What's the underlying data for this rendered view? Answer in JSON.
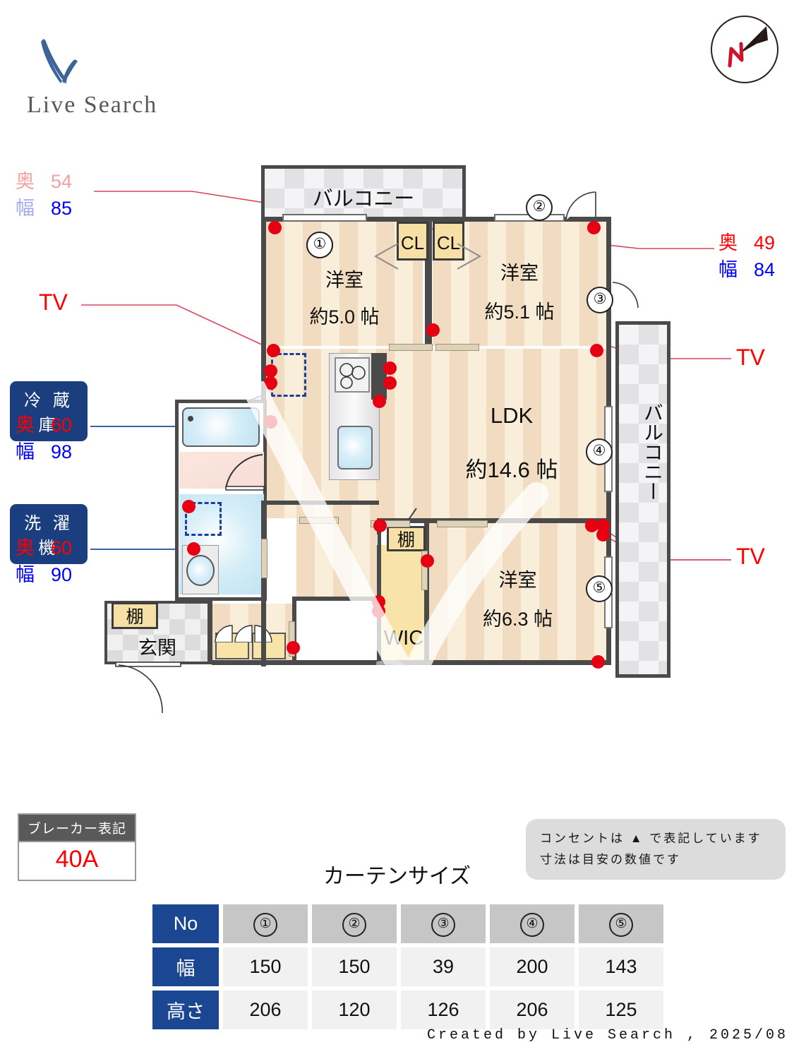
{
  "brand": {
    "name": "Live Search"
  },
  "compass": {
    "label": "N",
    "name": "north-arrow"
  },
  "annotations": {
    "top_left": {
      "depth_label": "奥",
      "depth_value": "54",
      "width_label": "幅",
      "width_value": "85"
    },
    "top_right": {
      "depth_label": "奥",
      "depth_value": "49",
      "width_label": "幅",
      "width_value": "84"
    },
    "tv_left": "TV",
    "tv_right_upper": "TV",
    "tv_right_lower": "TV",
    "fridge": {
      "title": "冷 蔵 庫",
      "depth_label": "奥",
      "depth_value": "60",
      "width_label": "幅",
      "width_value": "98"
    },
    "washer": {
      "title": "洗 濯 機",
      "depth_label": "奥",
      "depth_value": "60",
      "width_label": "幅",
      "width_value": "90"
    }
  },
  "plan": {
    "balcony_top": "バルコニー",
    "balcony_right": "バルコニー",
    "room_1": {
      "name": "洋室",
      "size": "約5.0 帖"
    },
    "room_2": {
      "name": "洋室",
      "size": "約5.1 帖"
    },
    "room_3": {
      "name": "洋室",
      "size": "約6.3 帖"
    },
    "ldk": {
      "name": "LDK",
      "size": "約14.6 帖"
    },
    "closet_left": "CL",
    "closet_right": "CL",
    "wic": "WIC",
    "shelf_entry": "棚",
    "shelf_mid": "棚",
    "entrance": "玄関",
    "markers": [
      "①",
      "②",
      "③",
      "④",
      "⑤"
    ]
  },
  "breaker": {
    "title": "ブレーカー表記",
    "value": "40A"
  },
  "note": {
    "line1": "コンセントは ▲ で表記しています",
    "line2": "寸法は目安の数値です"
  },
  "curtain": {
    "title": "カーテンサイズ",
    "headers": [
      "No",
      "幅",
      "高さ"
    ],
    "numbers": [
      "①",
      "②",
      "③",
      "④",
      "⑤"
    ],
    "width": [
      "150",
      "150",
      "39",
      "200",
      "143"
    ],
    "height": [
      "206",
      "120",
      "126",
      "206",
      "125"
    ]
  },
  "footer": "Created by Live Search , 2025/08",
  "colors": {
    "brand_blue": "#1b4691",
    "accent_red": "#ff0000",
    "accent_blue": "#0000ff",
    "leader_red": "#d4465e",
    "leader_blue": "#1f4e9c",
    "outlet_red": "#e60012"
  }
}
